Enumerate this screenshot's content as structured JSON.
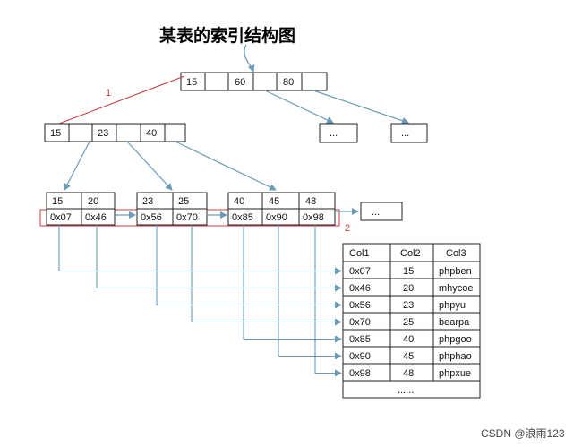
{
  "title": "某表的索引结构图",
  "root_node": {
    "keys": [
      "15",
      "60",
      "80"
    ]
  },
  "level2_node": {
    "keys": [
      "15",
      "23",
      "40"
    ]
  },
  "ellipsis_nodes": [
    "...",
    "...",
    "..."
  ],
  "leaf_nodes": [
    {
      "keys": [
        "15",
        "20"
      ],
      "pointers": [
        "0x07",
        "0x46"
      ]
    },
    {
      "keys": [
        "23",
        "25"
      ],
      "pointers": [
        "0x56",
        "0x70"
      ]
    },
    {
      "keys": [
        "40",
        "45",
        "48"
      ],
      "pointers": [
        "0x85",
        "0x90",
        "0x98"
      ]
    }
  ],
  "annotations": {
    "label_1": "1",
    "label_2": "2"
  },
  "table": {
    "headers": [
      "Col1",
      "Col2",
      "Col3"
    ],
    "rows": [
      [
        "0x07",
        "15",
        "phpben"
      ],
      [
        "0x46",
        "20",
        "mhycoe"
      ],
      [
        "0x56",
        "23",
        "phpyu"
      ],
      [
        "0x70",
        "25",
        "bearpa"
      ],
      [
        "0x85",
        "40",
        "phpgoo"
      ],
      [
        "0x90",
        "45",
        "phphao"
      ],
      [
        "0x98",
        "48",
        "phpxue"
      ]
    ],
    "footer": "......"
  },
  "watermark": "CSDN @浪雨123",
  "colors": {
    "arrow": "#6a9ab5",
    "annotation": "#cc3a3a",
    "border": "#222222"
  }
}
